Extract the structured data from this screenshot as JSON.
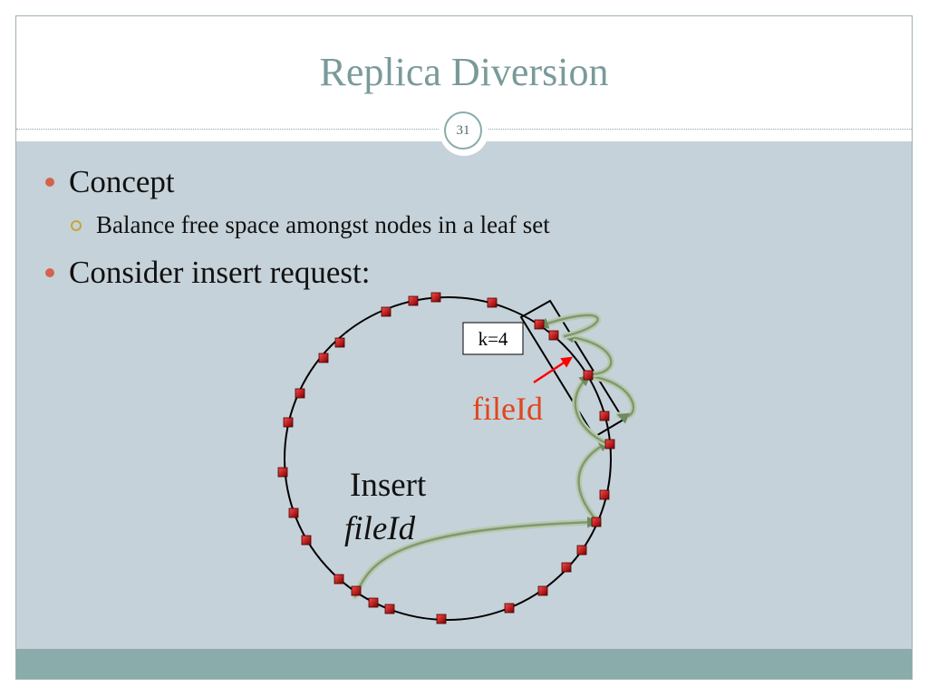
{
  "slide": {
    "title": "Replica Diversion",
    "number": "31"
  },
  "bullets": [
    {
      "level": 1,
      "text": "Concept"
    },
    {
      "level": 2,
      "text": "Balance free space amongst nodes in a leaf set"
    },
    {
      "level": 1,
      "text": "Consider insert request:"
    }
  ],
  "diagram": {
    "k_label": "k=4",
    "fileid_label": "fileId",
    "insert_label": "Insert",
    "insert_fileid_label": "fileId",
    "colors": {
      "node": "#c00000",
      "arrow_green": "#7f9a72",
      "fileid_red": "#e0461e",
      "ring_line": "#000000"
    }
  }
}
